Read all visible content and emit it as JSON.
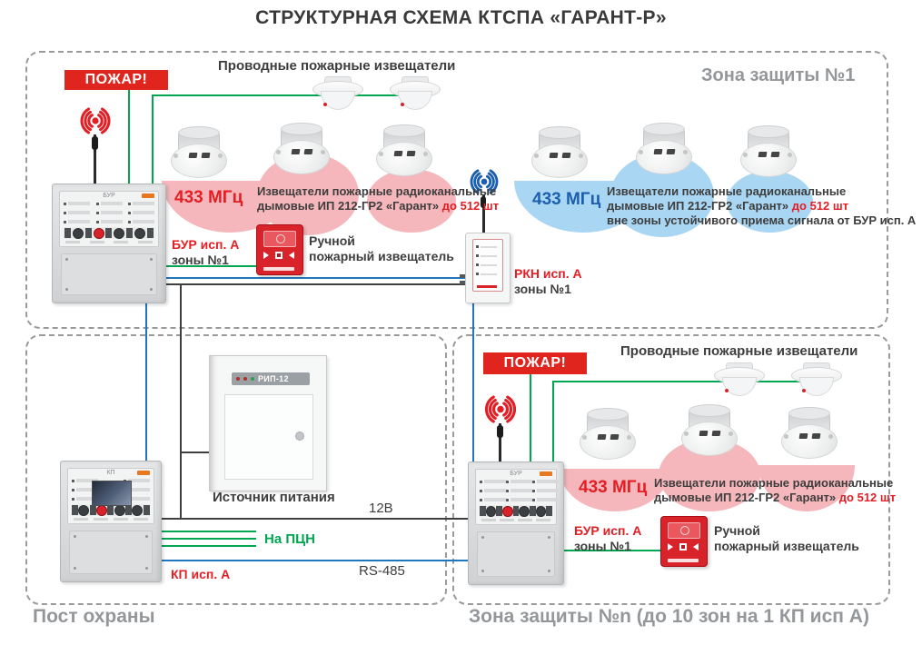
{
  "title": "СТРУКТУРНАЯ СХЕМА КТСПА «ГАРАНТ-Р»",
  "colors": {
    "red": "#e31e24",
    "green": "#00a651",
    "blue_line": "#2177bd",
    "black_line": "#3f3f3f",
    "pink_zone": "#f5b7bb",
    "blue_zone": "#a9d6f3",
    "blue_text": "#1c5fae",
    "grey_label": "#94979a"
  },
  "zone1": {
    "zone_label": "Зона защиты №1",
    "wired_detectors_label": "Проводные пожарные извещатели",
    "alarm": "ПОЖАР!",
    "bur": {
      "panel_title": "БУР",
      "name_red": "БУР исп. А",
      "name_black": "зоны №1"
    },
    "left_group": {
      "freq": "433 МГц",
      "text_line1": "Извещатели пожарные радиоканальные",
      "text_line2": "дымовые ИП 212-ГР2 «Гарант»",
      "text_line2_red": "до 512 шт"
    },
    "right_group": {
      "freq": "433 МГц",
      "text_line1": "Извещатели пожарные радиоканальные",
      "text_line2": "дымовые ИП 212-ГР2 «Гарант»",
      "text_line2_red": "до 512 шт",
      "text_line3": "вне зоны устойчивого приема сигнала от БУР исп. А"
    },
    "manual": {
      "line1": "Ручной",
      "line2": "пожарный извещатель"
    },
    "rkn": {
      "name_red": "РКН исп. А",
      "name_black": "зоны №1"
    }
  },
  "post": {
    "area_label": "Пост охраны",
    "kp": {
      "panel_title": "КП",
      "name_red": "КП исп. А"
    },
    "psu": {
      "model": "РИП-12",
      "caption": "Источник питания"
    },
    "lines": {
      "v12": "12В",
      "pcn": "На ПЦН",
      "rs485": "RS-485"
    }
  },
  "zoneN": {
    "zone_label": "Зона защиты №n (до 10 зон на 1 КП исп А)",
    "wired_detectors_label": "Проводные пожарные извещатели",
    "alarm": "ПОЖАР!",
    "bur": {
      "panel_title": "БУР",
      "name_red": "БУР исп. А",
      "name_black": "зоны №1"
    },
    "group": {
      "freq": "433 МГц",
      "text_line1": "Извещатели пожарные радиоканальные",
      "text_line2": "дымовые ИП 212-ГР2 «Гарант»",
      "text_line2_red": "до 512 шт"
    },
    "manual": {
      "line1": "Ручной",
      "line2": "пожарный извещатель"
    }
  }
}
